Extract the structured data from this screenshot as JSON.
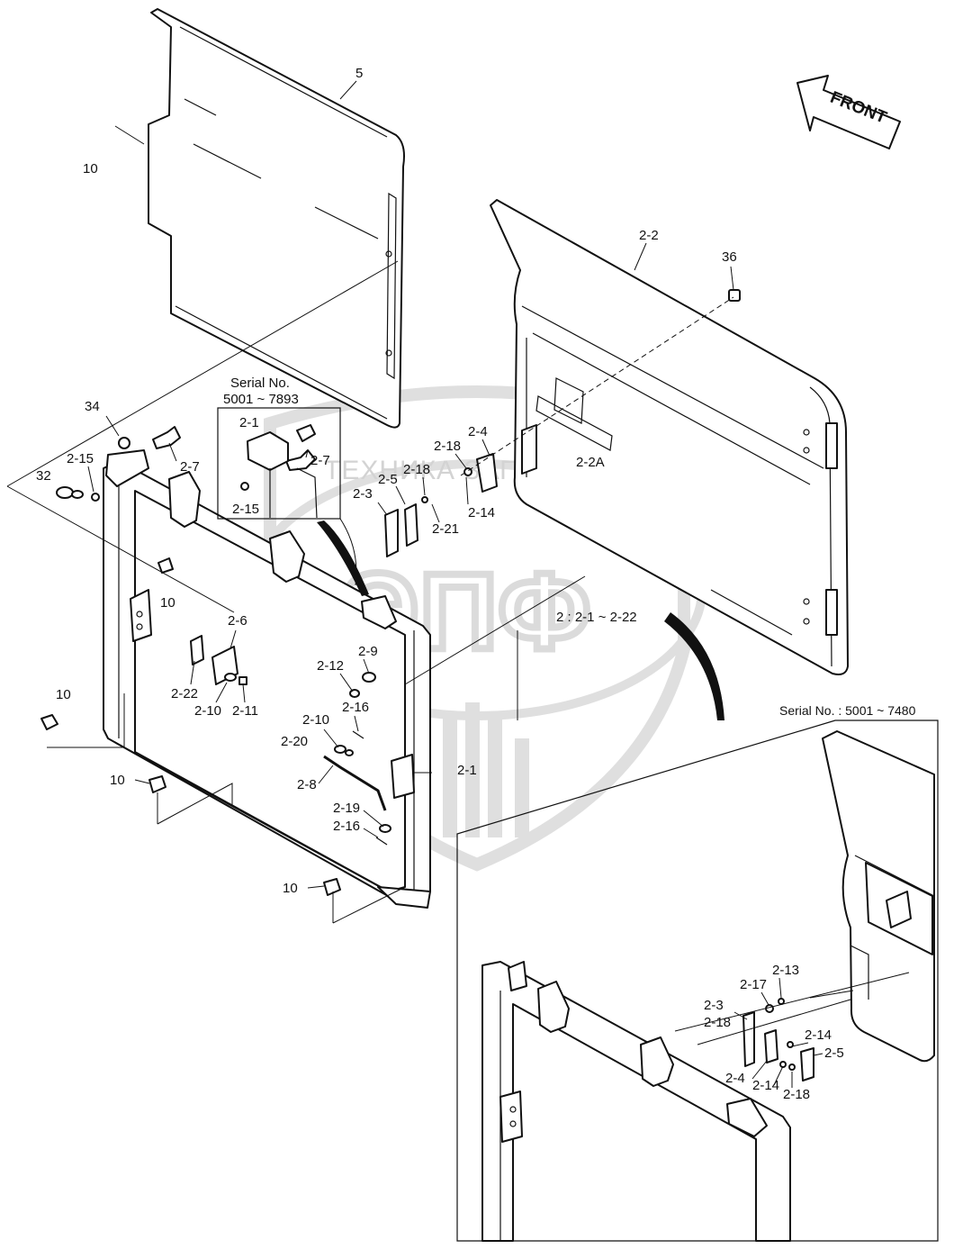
{
  "watermark": {
    "text": "ТЕХНИКА ЗАПЧАСТИ",
    "logo": "ЭПФ",
    "color": "#d0d0d0"
  },
  "direction_arrow": {
    "text": "FRONT"
  },
  "insets": {
    "serial_a_line1": "Serial No.",
    "serial_a_line2": "5001 ~ 7893",
    "serial_b": "Serial No. : 5001 ~ 7480",
    "range_note": "2 : 2-1 ~ 2-22"
  },
  "callouts": [
    {
      "id": "c5",
      "text": "5"
    },
    {
      "id": "c10a",
      "text": "10"
    },
    {
      "id": "c2-2",
      "text": "2-2"
    },
    {
      "id": "c36",
      "text": "36"
    },
    {
      "id": "c34",
      "text": "34"
    },
    {
      "id": "c2-15a",
      "text": "2-15"
    },
    {
      "id": "c32",
      "text": "32"
    },
    {
      "id": "c2-7a",
      "text": "2-7"
    },
    {
      "id": "c2-1a",
      "text": "2-1"
    },
    {
      "id": "c2-7b",
      "text": "2-7"
    },
    {
      "id": "c2-15b",
      "text": "2-15"
    },
    {
      "id": "c2-4a",
      "text": "2-4"
    },
    {
      "id": "c2-18a",
      "text": "2-18"
    },
    {
      "id": "c2-18b",
      "text": "2-18"
    },
    {
      "id": "c2-2A",
      "text": "2-2A"
    },
    {
      "id": "c2-5a",
      "text": "2-5"
    },
    {
      "id": "c2-3a",
      "text": "2-3"
    },
    {
      "id": "c2-14a",
      "text": "2-14"
    },
    {
      "id": "c2-21",
      "text": "2-21"
    },
    {
      "id": "c10b",
      "text": "10"
    },
    {
      "id": "c2-6",
      "text": "2-6"
    },
    {
      "id": "c2-9",
      "text": "2-9"
    },
    {
      "id": "c2-12",
      "text": "2-12"
    },
    {
      "id": "c2-22",
      "text": "2-22"
    },
    {
      "id": "c2-10a",
      "text": "2-10"
    },
    {
      "id": "c2-11",
      "text": "2-11"
    },
    {
      "id": "c2-16a",
      "text": "2-16"
    },
    {
      "id": "c10c",
      "text": "10"
    },
    {
      "id": "c2-10b",
      "text": "2-10"
    },
    {
      "id": "c2-20",
      "text": "2-20"
    },
    {
      "id": "c2-1b",
      "text": "2-1"
    },
    {
      "id": "c2-8",
      "text": "2-8"
    },
    {
      "id": "c10d",
      "text": "10"
    },
    {
      "id": "c2-19",
      "text": "2-19"
    },
    {
      "id": "c2-16b",
      "text": "2-16"
    },
    {
      "id": "c10e",
      "text": "10"
    },
    {
      "id": "c2-13",
      "text": "2-13"
    },
    {
      "id": "c2-17",
      "text": "2-17"
    },
    {
      "id": "c2-3b",
      "text": "2-3"
    },
    {
      "id": "c2-18c",
      "text": "2-18"
    },
    {
      "id": "c2-14b",
      "text": "2-14"
    },
    {
      "id": "c2-5b",
      "text": "2-5"
    },
    {
      "id": "c2-4b",
      "text": "2-4"
    },
    {
      "id": "c2-14c",
      "text": "2-14"
    },
    {
      "id": "c2-18d",
      "text": "2-18"
    }
  ]
}
